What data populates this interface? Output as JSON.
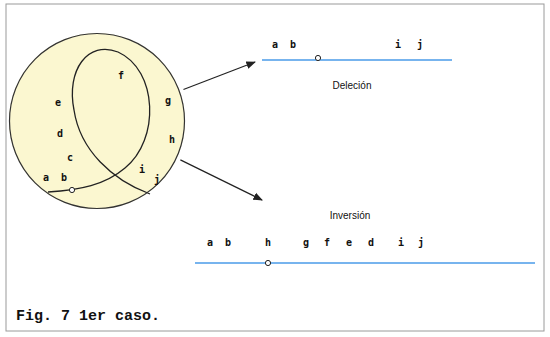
{
  "diagram": {
    "caption": "Fig. 7 1er caso.",
    "nodes": [
      {
        "text": [
          "f",
          "e",
          "g",
          "d",
          "h",
          "c",
          "i",
          "a",
          "b",
          "j"
        ]
      },
      {
        "text": [
          "a",
          "b",
          "i",
          "j",
          "Deleción"
        ]
      },
      {
        "text": [
          "Inversión",
          "a",
          "b",
          "h",
          "g",
          "f",
          "e",
          "d",
          "i",
          "j"
        ]
      }
    ],
    "edges": [
      {
        "from": 0,
        "to": 1,
        "arrow": "to"
      },
      {
        "from": 0,
        "to": 2,
        "arrow": "to"
      }
    ]
  }
}
